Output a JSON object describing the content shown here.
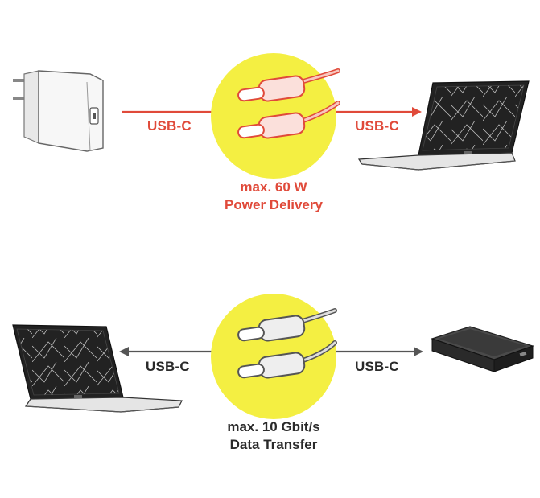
{
  "top": {
    "left_label": "USB-C",
    "right_label": "USB-C",
    "caption_line1": "max. 60 W",
    "caption_line2": "Power Delivery",
    "accent": "#e04a3a"
  },
  "bottom": {
    "left_label": "USB-C",
    "right_label": "USB-C",
    "caption_line1": "max. 10 Gbit/s",
    "caption_line2": "Data Transfer",
    "accent": "#555555"
  },
  "colors": {
    "badge": "#f4ef42",
    "cable_red": "#e04a3a",
    "cable_gray": "#6a6a6a"
  },
  "icons": [
    "power-adapter-icon",
    "laptop-icon",
    "usb-c-cable-icon",
    "external-drive-icon",
    "arrow-right-icon",
    "arrow-left-icon"
  ]
}
